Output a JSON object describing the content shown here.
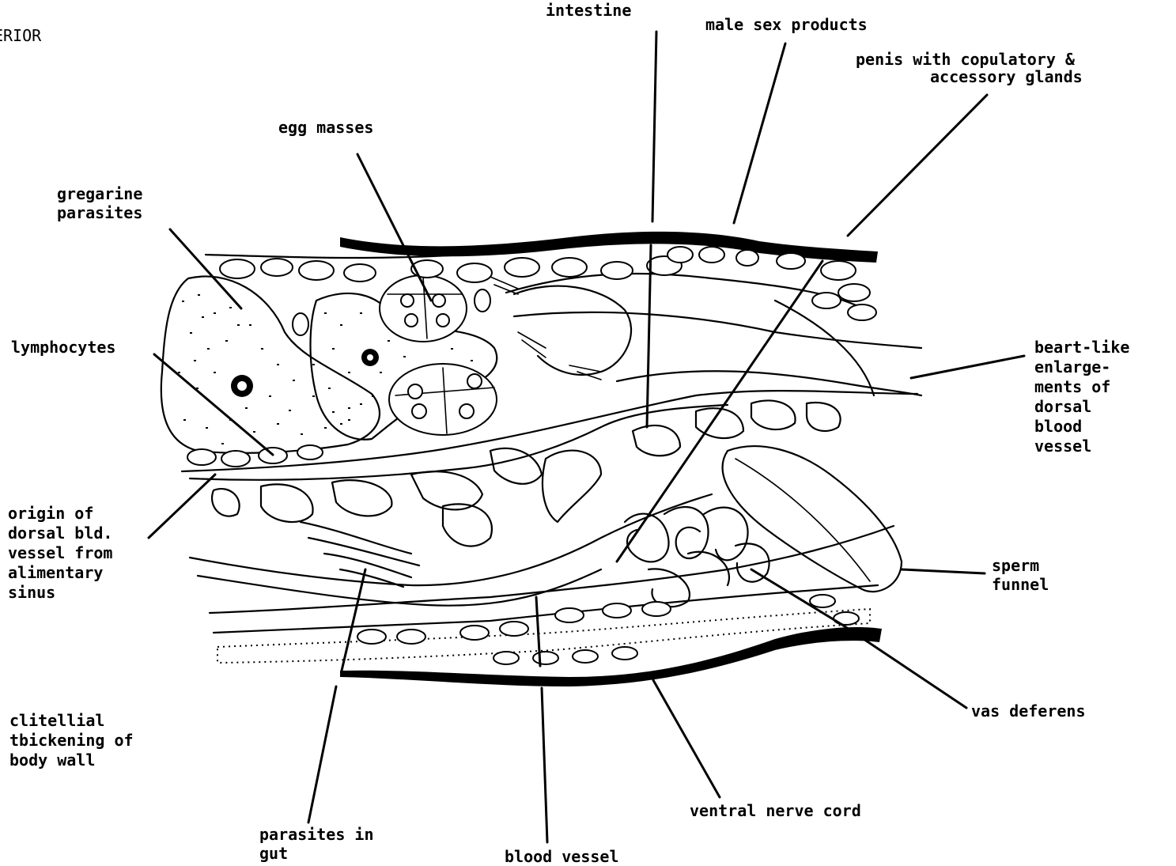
{
  "diagram": {
    "labels": {
      "anterior": "ERIOR",
      "intestine": "intestine",
      "male_sex_products": "male sex products",
      "penis_line1": "penis with copulatory &",
      "penis_line2": "accessory glands",
      "egg_masses": "egg masses",
      "gregarine_line1": "gregarine",
      "gregarine_line2": "parasites",
      "lymphocytes": "lymphocytes",
      "heart_line1": "beart-like",
      "heart_line2": "enlarge-",
      "heart_line3": "ments of",
      "heart_line4": "dorsal",
      "heart_line5": "blood",
      "heart_line6": "vessel",
      "origin_line1": "origin of",
      "origin_line2": "dorsal bld.",
      "origin_line3": "vessel from",
      "origin_line4": "alimentary",
      "origin_line5": "sinus",
      "sperm_line1": "sperm",
      "sperm_line2": "funnel",
      "vas_deferens": "vas deferens",
      "clitellial_line1": "clitellial",
      "clitellial_line2": "tbickening of",
      "clitellial_line3": "body wall",
      "parasites_line1": "parasites in",
      "parasites_line2": "gut",
      "blood_vessel": "blood vessel",
      "ventral_nerve_cord": "ventral nerve cord"
    }
  }
}
